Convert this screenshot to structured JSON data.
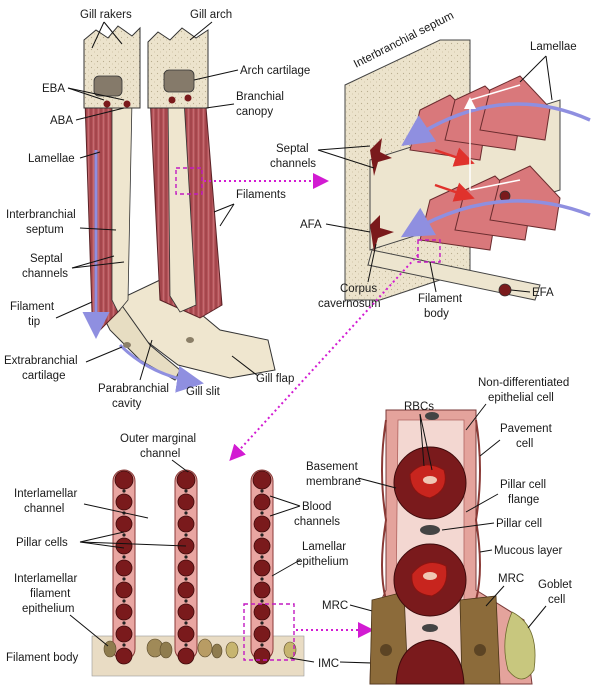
{
  "labels": {
    "gill_rakers": "Gill rakers",
    "gill_arch": "Gill arch",
    "eba": "EBA",
    "aba": "ABA",
    "arch_cartilage": "Arch cartilage",
    "branchial_canopy_1": "Branchial",
    "branchial_canopy_2": "canopy",
    "lamellae_left": "Lamellae",
    "filaments": "Filaments",
    "interbranchial_septum_1": "Interbranchial",
    "interbranchial_septum_2": "septum",
    "septal_channels_left_1": "Septal",
    "septal_channels_left_2": "channels",
    "filament_tip_1": "Filament",
    "filament_tip_2": "tip",
    "extrabranchial_1": "Extrabranchial",
    "extrabranchial_2": "cartilage",
    "parabranchial_1": "Parabranchial",
    "parabranchial_2": "cavity",
    "gill_slit": "Gill slit",
    "gill_flap": "Gill flap",
    "interbranchial_septum_3d": "Interbranchial septum",
    "lamellae_right": "Lamellae",
    "septal_channels_right_1": "Septal",
    "septal_channels_right_2": "channels",
    "afa": "AFA",
    "corpus_1": "Corpus",
    "corpus_2": "cavernosum",
    "filament_body_3d_1": "Filament",
    "filament_body_3d_2": "body",
    "efa": "EFA",
    "outer_marginal_1": "Outer marginal",
    "outer_marginal_2": "channel",
    "interlamellar_channel_1": "Interlamellar",
    "interlamellar_channel_2": "channel",
    "pillar_cells": "Pillar cells",
    "interlamellar_fe_1": "Interlamellar",
    "interlamellar_fe_2": "filament",
    "interlamellar_fe_3": "epithelium",
    "filament_body_bottom": "Filament body",
    "blood_channels_1": "Blood",
    "blood_channels_2": "channels",
    "lamellar_epithelium_1": "Lamellar",
    "lamellar_epithelium_2": "epithelium",
    "mrc_left": "MRC",
    "imc": "IMC",
    "basement_membrane_1": "Basement",
    "basement_membrane_2": "membrane",
    "rbcs": "RBCs",
    "non_diff_1": "Non-differentiated",
    "non_diff_2": "epithelial cell",
    "pavement_1": "Pavement",
    "pavement_2": "cell",
    "pillar_flange_1": "Pillar cell",
    "pillar_flange_2": "flange",
    "pillar_cell": "Pillar cell",
    "mucous_layer": "Mucous layer",
    "mrc_right": "MRC",
    "goblet_1": "Goblet",
    "goblet_2": "cell"
  },
  "colors": {
    "muscle_red": "#b5545a",
    "bone": "#efe6cf",
    "lamella_pink": "#d9787b",
    "blood_dark": "#7a1a1c",
    "blood_bright": "#c8251e",
    "flow_arrow": "#8f8fe0",
    "link_magenta": "#d21bd2"
  }
}
